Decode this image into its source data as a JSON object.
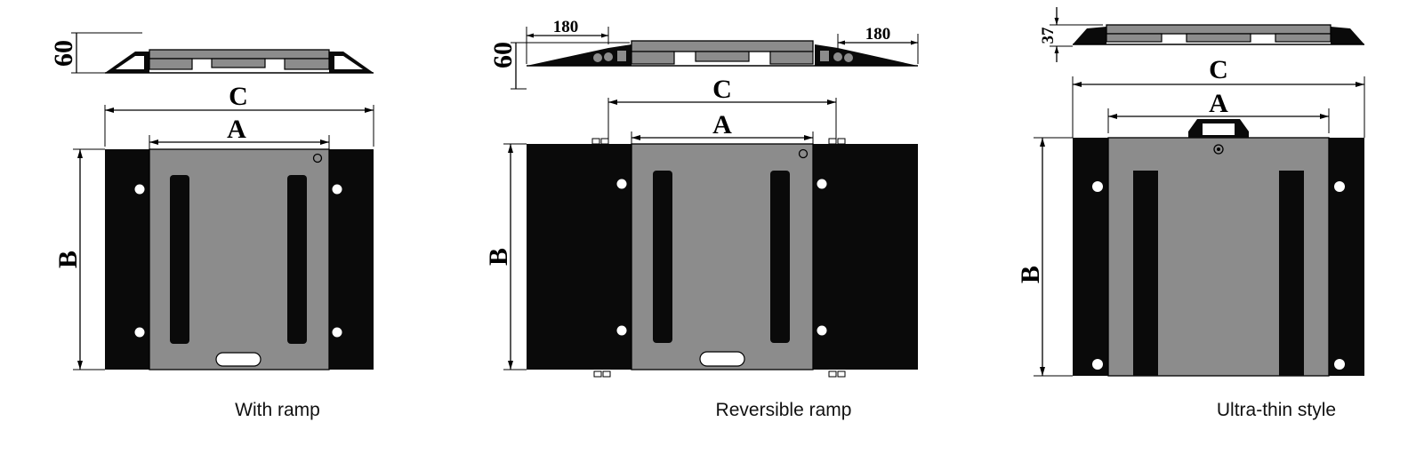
{
  "diagrams": [
    {
      "caption": "With ramp",
      "dim_height": "60",
      "label_c": "C",
      "label_a": "A",
      "label_b": "B"
    },
    {
      "caption": "Reversible ramp",
      "dim_height": "60",
      "dim_left_ramp": "180",
      "dim_right_ramp": "180",
      "label_c": "C",
      "label_a": "A",
      "label_b": "B"
    },
    {
      "caption": "Ultra-thin style",
      "dim_height": "37",
      "label_c": "C",
      "label_a": "A",
      "label_b": "B"
    }
  ],
  "colors": {
    "ramp": "#0a0a0a",
    "plate": "#8c8c8c",
    "hole": "#ffffff"
  }
}
